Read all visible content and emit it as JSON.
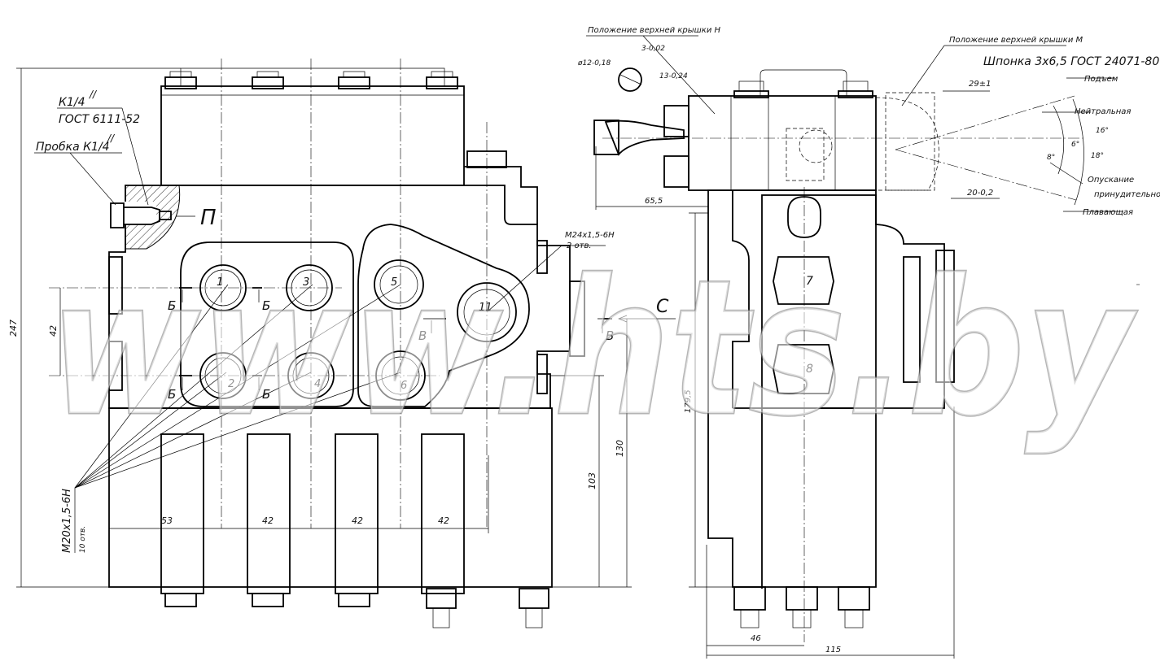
{
  "labels": {
    "k14": "К1/4",
    "k14_mark": "//",
    "gost6111": "ГОСТ 6111-52",
    "probka": "Пробка К1/4",
    "probka_mark": "//",
    "port_p": "П",
    "m24": "М24х1,5-6Н",
    "m24_count": "2 отв.",
    "port_c": "С",
    "m20": "М20х1,5-6Н",
    "m20_count": "10 отв.",
    "pos_top_h": "Положение верхней крышки Н",
    "pos_top_m": "Положение верхней крышки М",
    "shponka": "Шпонка 3х6,5 ГОСТ 24071-80",
    "pos_up": "Подъем",
    "pos_neutral": "Нейтральная",
    "pos_down": "Опускание",
    "pos_forced": "принудительное",
    "pos_float": "Плавающая",
    "section_b": "Б",
    "section_v": "В"
  },
  "ports": [
    "1",
    "2",
    "3",
    "4",
    "5",
    "6",
    "11",
    "7",
    "8"
  ],
  "dimensions": {
    "height_total": "247",
    "d42_vert": "42",
    "d53": "53",
    "d42_a": "42",
    "d42_b": "42",
    "d42_c": "42",
    "d103": "103",
    "d130": "130",
    "d179": "179,5",
    "d65": "65,5",
    "d46": "46",
    "d115": "115",
    "d29": "29±1",
    "d20": "20-0,2",
    "dia12": "ø12-0,18",
    "d3": "3-0,02",
    "d13": "13-0,24",
    "ang16": "16°",
    "ang6": "6°",
    "ang8": "8°",
    "ang18": "18°"
  },
  "watermark": "www.hts.by"
}
